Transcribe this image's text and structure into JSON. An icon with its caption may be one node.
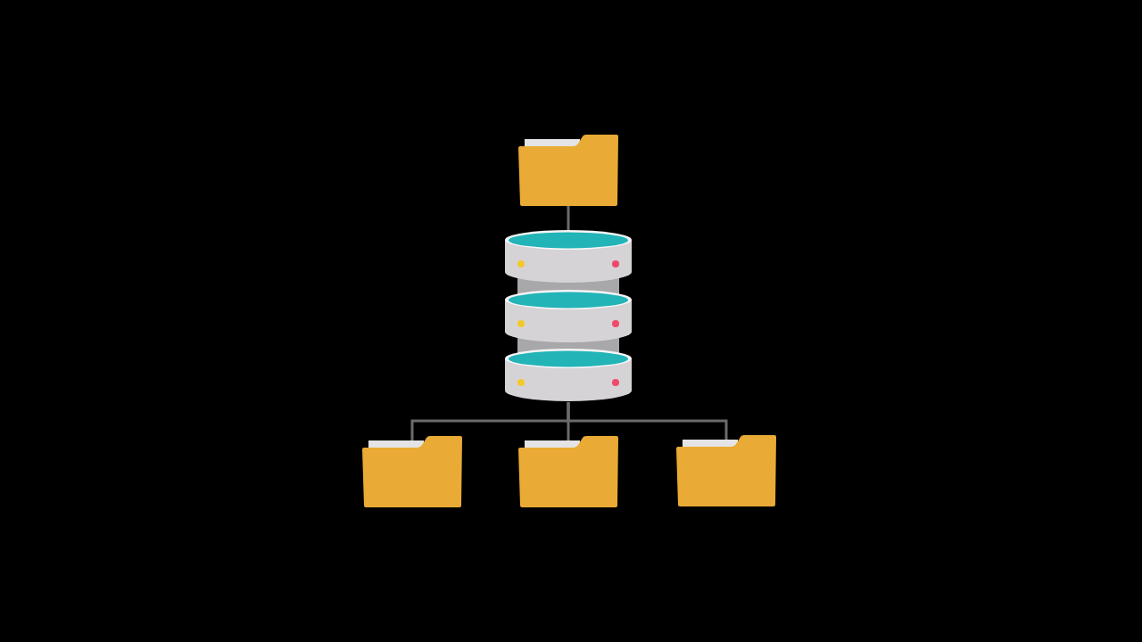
{
  "diagram": {
    "nodes": [
      {
        "text": [],
        "shape": "folder"
      },
      {
        "text": [],
        "shape": "cylinder"
      },
      {
        "text": [],
        "shape": "folder"
      },
      {
        "text": [],
        "shape": "folder"
      },
      {
        "text": [],
        "shape": "folder"
      }
    ],
    "edges": [
      {
        "from": 0,
        "to": 1,
        "arrow": "none"
      },
      {
        "from": 1,
        "to": 2,
        "arrow": "none"
      },
      {
        "from": 1,
        "to": 3,
        "arrow": "none"
      },
      {
        "from": 1,
        "to": 4,
        "arrow": "none"
      }
    ]
  }
}
